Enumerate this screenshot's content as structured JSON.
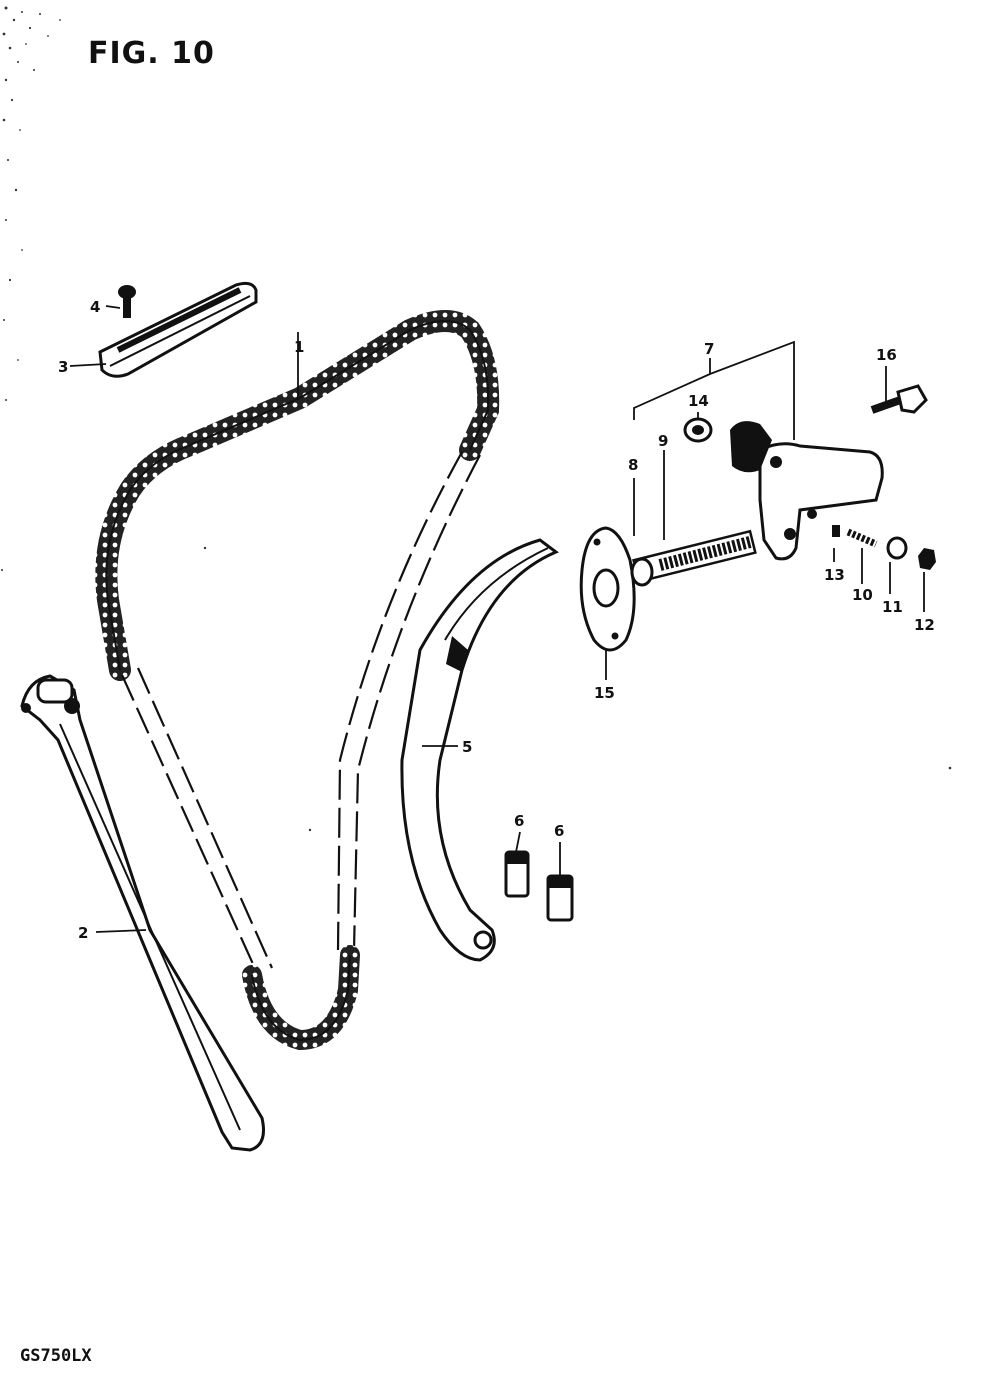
{
  "figure": {
    "title": "FIG. 10"
  },
  "model": {
    "code": "GS750LX"
  },
  "callouts": [
    {
      "id": "1",
      "label": "1"
    },
    {
      "id": "2",
      "label": "2"
    },
    {
      "id": "3",
      "label": "3"
    },
    {
      "id": "4",
      "label": "4"
    },
    {
      "id": "5",
      "label": "5"
    },
    {
      "id": "6a",
      "label": "6"
    },
    {
      "id": "6b",
      "label": "6"
    },
    {
      "id": "7",
      "label": "7"
    },
    {
      "id": "8",
      "label": "8"
    },
    {
      "id": "9",
      "label": "9"
    },
    {
      "id": "10",
      "label": "10"
    },
    {
      "id": "11",
      "label": "11"
    },
    {
      "id": "12",
      "label": "12"
    },
    {
      "id": "13",
      "label": "13"
    },
    {
      "id": "14",
      "label": "14"
    },
    {
      "id": "15",
      "label": "15"
    },
    {
      "id": "16",
      "label": "16"
    }
  ]
}
